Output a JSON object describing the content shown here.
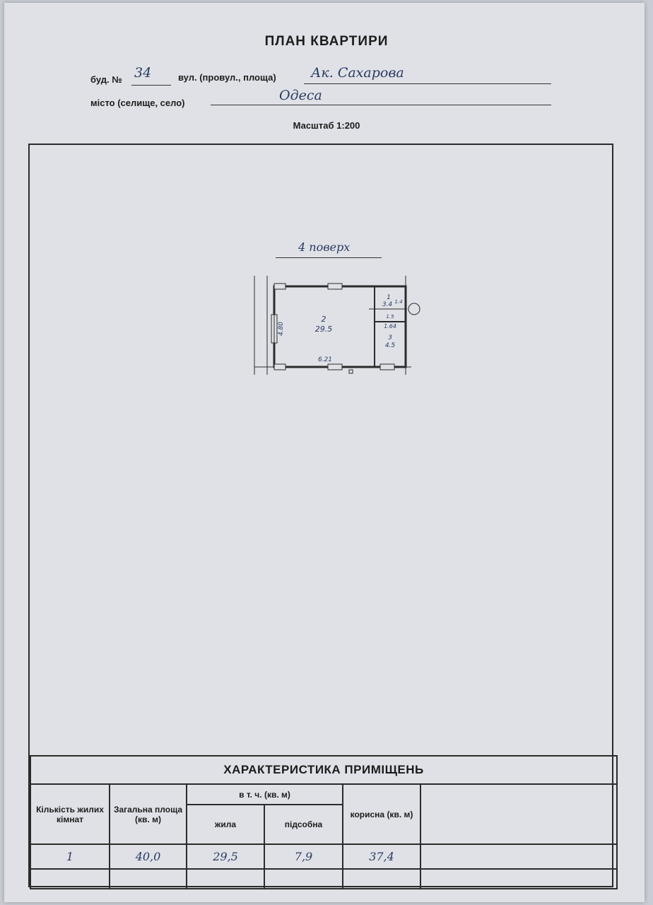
{
  "header": {
    "title": "ПЛАН КВАРТИРИ",
    "building_label": "буд. №",
    "building_value": "34",
    "street_label": "вул. (провул., площа)",
    "street_value": "Ак. Сахарова",
    "city_label": "місто (селище, село)",
    "city_value": "Одеса",
    "scale": "Масштаб 1:200"
  },
  "plan": {
    "floor_label": "4 поверх",
    "rooms": [
      {
        "number": "1",
        "area": "3.4"
      },
      {
        "number": "2",
        "area": "29.5"
      },
      {
        "number": "3",
        "area": "4.5"
      }
    ],
    "dimensions": {
      "main_height": "4.80",
      "main_width": "6.21",
      "room1_width": "1.4",
      "room3_width": "1.64",
      "room1_height": "1.5"
    }
  },
  "characteristics": {
    "title": "ХАРАКТЕРИСТИКА ПРИМІЩЕНЬ",
    "headers": {
      "rooms_count": "Кількість жилих кімнат",
      "total_area": "Загальна площа (кв. м)",
      "including": "в т. ч. (кв. м)",
      "living": "жила",
      "auxiliary": "підсобна",
      "useful": "корисна (кв. м)"
    },
    "row": {
      "rooms_count": "1",
      "total_area": "40,0",
      "living": "29,5",
      "auxiliary": "7,9",
      "useful": "37,4"
    }
  }
}
